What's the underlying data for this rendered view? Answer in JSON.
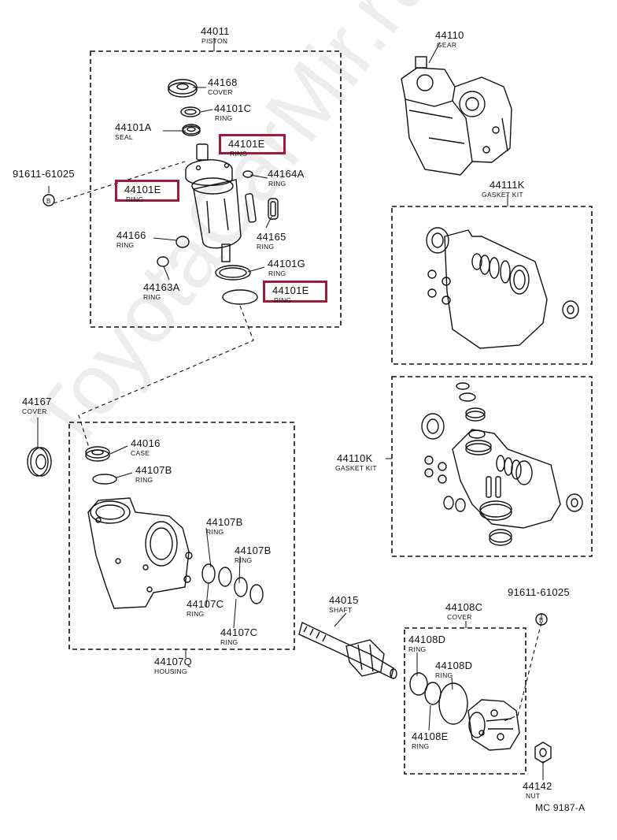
{
  "watermark": "ToyotaCarMir.ru",
  "drawing_code": "MC 9187-A",
  "highlight_color": "#9c1c3c",
  "parts": {
    "p44011": {
      "number": "44011",
      "name": "PISTON"
    },
    "p44168": {
      "number": "44168",
      "name": "COVER"
    },
    "p44101c": {
      "number": "44101C",
      "name": "RING"
    },
    "p44101a": {
      "number": "44101A",
      "name": "SEAL"
    },
    "p44101e_1": {
      "number": "44101E",
      "name": "RING"
    },
    "p44101e_2": {
      "number": "44101E",
      "name": "RING"
    },
    "p44101e_3": {
      "number": "44101E",
      "name": "RING"
    },
    "p44164a": {
      "number": "44164A",
      "name": "RING"
    },
    "p44165": {
      "number": "44165",
      "name": "RING"
    },
    "p44166": {
      "number": "44166",
      "name": "RING"
    },
    "p44101g": {
      "number": "44101G",
      "name": "RING"
    },
    "p44163a": {
      "number": "44163A",
      "name": "RING"
    },
    "p91611_1": {
      "number": "91611-61025",
      "name": ""
    },
    "p91611_2": {
      "number": "91611-61025",
      "name": ""
    },
    "p44110": {
      "number": "44110",
      "name": "GEAR"
    },
    "p44111k": {
      "number": "44111K",
      "name": "GASKET KIT"
    },
    "p44110k": {
      "number": "44110K",
      "name": "GASKET KIT"
    },
    "p44167": {
      "number": "44167",
      "name": "COVER"
    },
    "p44016": {
      "number": "44016",
      "name": "CASE"
    },
    "p44107b_1": {
      "number": "44107B",
      "name": "RING"
    },
    "p44107b_2": {
      "number": "44107B",
      "name": "RING"
    },
    "p44107b_3": {
      "number": "44107B",
      "name": "RING"
    },
    "p44107c_1": {
      "number": "44107C",
      "name": "RING"
    },
    "p44107c_2": {
      "number": "44107C",
      "name": "RING"
    },
    "p44107q": {
      "number": "44107Q",
      "name": "HOUSING"
    },
    "p44015": {
      "number": "44015",
      "name": "SHAFT"
    },
    "p44108c": {
      "number": "44108C",
      "name": "COVER"
    },
    "p44108d_1": {
      "number": "44108D",
      "name": "RING"
    },
    "p44108d_2": {
      "number": "44108D",
      "name": "RING"
    },
    "p44108e": {
      "number": "44108E",
      "name": "RING"
    },
    "p44142": {
      "number": "44142",
      "name": "NUT"
    }
  }
}
